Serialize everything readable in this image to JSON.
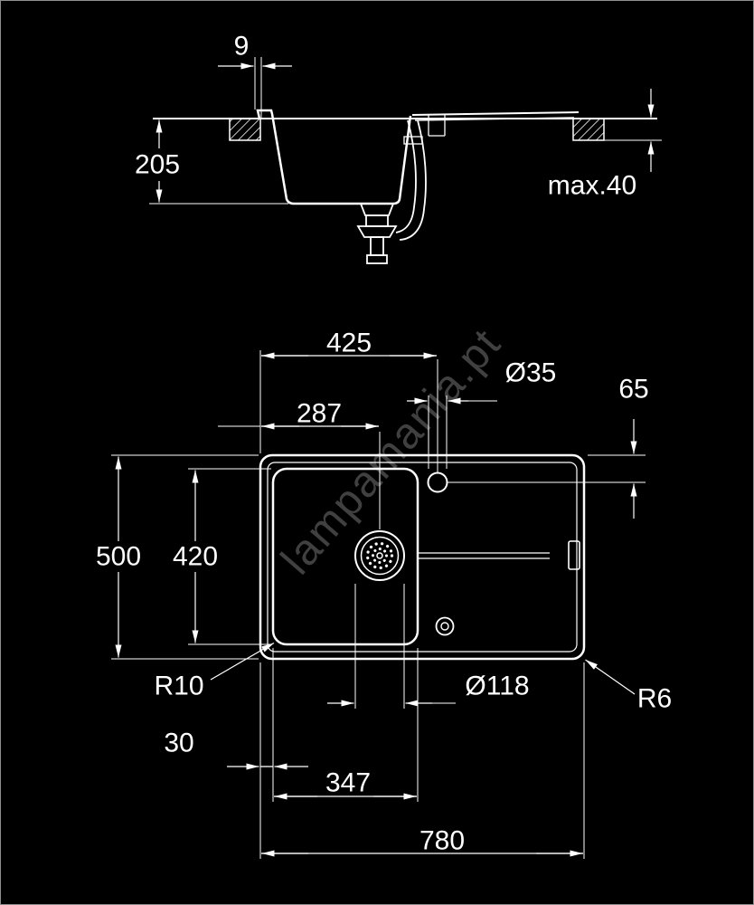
{
  "watermark": {
    "text": "lampamania.pt"
  },
  "section_view": {
    "dims": {
      "rim_overhang": "9",
      "bowl_depth": "205",
      "worktop_thickness": "max.40"
    }
  },
  "plan_view": {
    "dims": {
      "faucet_offset_x": "425",
      "faucet_hole_diameter": "Ø35",
      "faucet_offset_y": "65",
      "drain_offset_x": "287",
      "overall_width": "500",
      "bowl_width": "420",
      "inner_corner_radius": "R10",
      "drain_diameter": "Ø118",
      "outer_corner_radius": "R6",
      "edge_to_bowl": "30",
      "bowl_length": "347",
      "overall_length": "780"
    }
  }
}
